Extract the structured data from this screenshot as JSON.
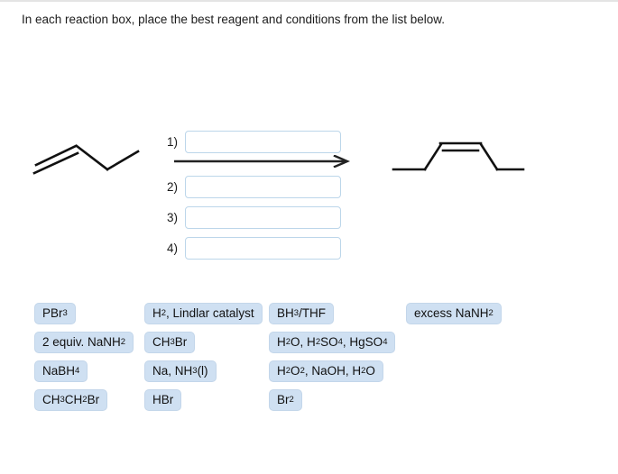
{
  "page": {
    "prompt": "In each reaction box, place the best reagent and conditions from the list below."
  },
  "scheme": {
    "reactant": {
      "name": "1-butene",
      "description": "terminal alkene, four-carbon zigzag chain with double bond at left end"
    },
    "product": {
      "name": "cis-3-hexene",
      "description": "cis internal alkene, six-carbon chain with double bond drawn flat at top"
    },
    "arrow": {
      "name": "reaction-arrow",
      "direction": "right"
    },
    "slots": [
      {
        "number": "1)",
        "value": "",
        "placeholder": ""
      },
      {
        "number": "2)",
        "value": "",
        "placeholder": ""
      },
      {
        "number": "3)",
        "value": "",
        "placeholder": ""
      },
      {
        "number": "4)",
        "value": "",
        "placeholder": ""
      }
    ]
  },
  "reagent_bank": {
    "rows": [
      {
        "chips": [
          {
            "label": "PBr3",
            "html": "PBr<sub>3</sub>",
            "column": 0
          },
          {
            "label": "H2, Lindlar catalyst",
            "html": "H<sub>2</sub>, Lindlar catalyst",
            "column": 1
          },
          {
            "label": "BH3/THF",
            "html": "BH<sub>3</sub>/THF",
            "column": 2
          },
          {
            "label": "excess NaNH2",
            "html": "excess NaNH<sub>2</sub>",
            "column": 3
          }
        ]
      },
      {
        "chips": [
          {
            "label": "2 equiv. NaNH2",
            "html": "2 equiv. NaNH<sub>2</sub>",
            "column": 0
          },
          {
            "label": "CH3Br",
            "html": "CH<sub>3</sub>Br",
            "column": 1
          },
          {
            "label": "H2O, H2SO4, HgSO4",
            "html": "H<sub>2</sub>O, H<sub>2</sub>SO<sub>4</sub>, HgSO<sub>4</sub>",
            "column": 2
          }
        ]
      },
      {
        "chips": [
          {
            "label": "NaBH4",
            "html": "NaBH<sub>4</sub>",
            "column": 0
          },
          {
            "label": "Na, NH3 (l)",
            "html": "Na, NH<sub>3</sub> (l)",
            "column": 1
          },
          {
            "label": "H2O2, NaOH, H2O",
            "html": "H<sub>2</sub>O<sub>2</sub>, NaOH, H<sub>2</sub>O",
            "column": 2
          }
        ]
      },
      {
        "chips": [
          {
            "label": "CH3CH2Br",
            "html": "CH<sub>3</sub>CH<sub>2</sub>Br",
            "column": 0
          },
          {
            "label": "HBr",
            "html": "HBr",
            "column": 1
          },
          {
            "label": "Br2",
            "html": "Br<sub>2</sub>",
            "column": 2
          }
        ]
      }
    ]
  },
  "colors": {
    "chip_fill": "#cfe0f2",
    "chip_border": "#c3d6ea",
    "input_border": "#bcd6ea",
    "bond_stroke": "#111111",
    "text": "#1b1b1b"
  }
}
